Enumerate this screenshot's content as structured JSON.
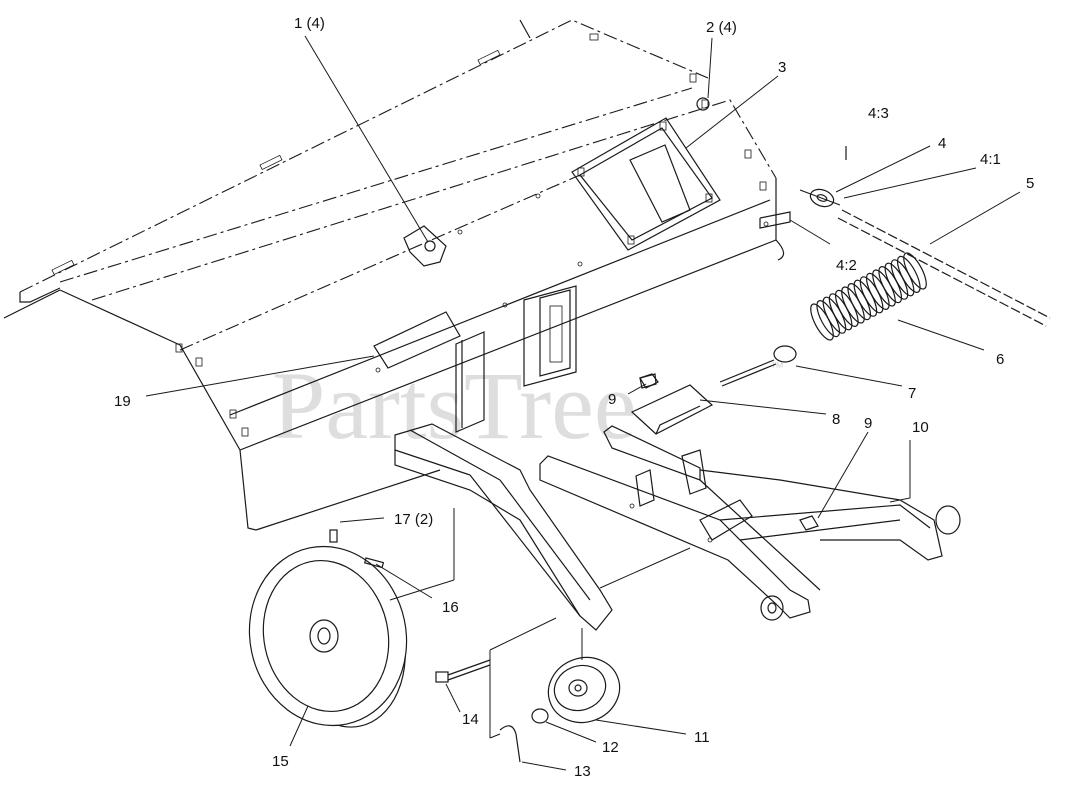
{
  "watermark": {
    "text": "PartsTree",
    "tm": "™"
  },
  "callouts": [
    {
      "id": "1",
      "text": "1 (4)"
    },
    {
      "id": "2",
      "text": "2 (4)"
    },
    {
      "id": "3",
      "text": "3"
    },
    {
      "id": "4-3",
      "text": "4:3"
    },
    {
      "id": "4",
      "text": "4"
    },
    {
      "id": "4-1",
      "text": "4:1"
    },
    {
      "id": "5",
      "text": "5"
    },
    {
      "id": "4-2",
      "text": "4:2"
    },
    {
      "id": "6",
      "text": "6"
    },
    {
      "id": "7",
      "text": "7"
    },
    {
      "id": "8",
      "text": "8"
    },
    {
      "id": "9a",
      "text": "9"
    },
    {
      "id": "9b",
      "text": "9"
    },
    {
      "id": "10",
      "text": "10"
    },
    {
      "id": "19",
      "text": "19"
    },
    {
      "id": "17",
      "text": "17 (2)"
    },
    {
      "id": "16",
      "text": "16"
    },
    {
      "id": "15",
      "text": "15"
    },
    {
      "id": "14",
      "text": "14"
    },
    {
      "id": "12",
      "text": "12"
    },
    {
      "id": "11",
      "text": "11"
    },
    {
      "id": "13",
      "text": "13"
    }
  ]
}
